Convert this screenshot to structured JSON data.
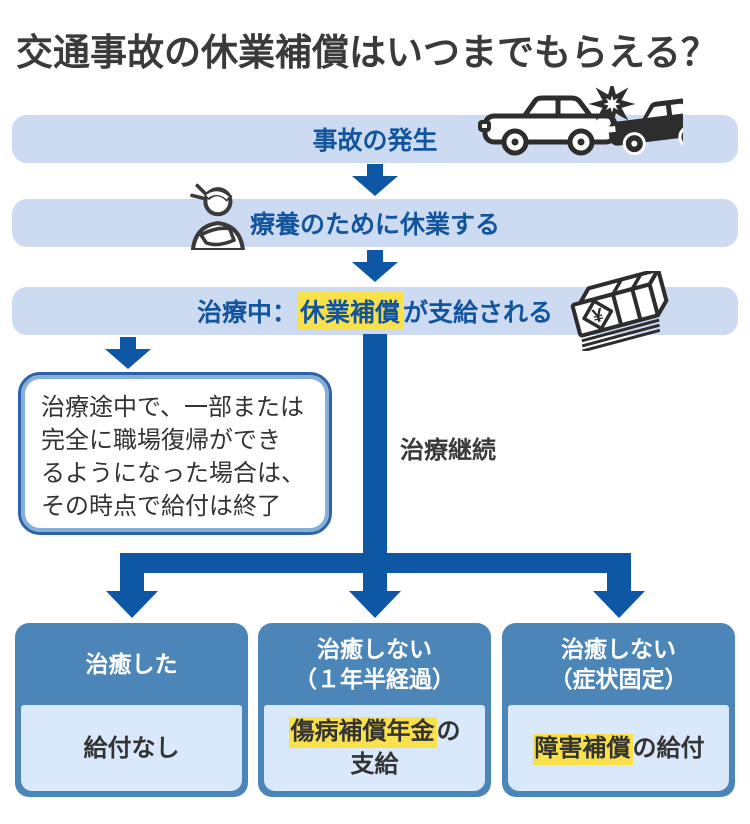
{
  "title": "交通事故の休業補償はいつまでもらえる？",
  "colors": {
    "banner_bg": "#ccdaf2",
    "banner_text": "#12559e",
    "arrow_blue": "#0e57a4",
    "branch_header_bg": "#4c86b8",
    "branch_body_bg": "#d9e8fb",
    "highlight_yellow": "#f8e14b",
    "dark_text": "#3a3a3a",
    "callout_border_outer": "#2a63a9",
    "callout_border_inner": "#85aed9"
  },
  "flow": {
    "step1": {
      "label": "事故の発生",
      "icon": "car-crash-icon"
    },
    "step2": {
      "label": "療養のために休業する",
      "icon": "injured-person-icon"
    },
    "step3": {
      "pre": "治療中：",
      "highlight": "休業補償",
      "post": "が支給される",
      "icon": "money-icon"
    },
    "callout": {
      "line1": "治療途中で、一部または",
      "line2": "完全に職場復帰ができ",
      "line3": "るようになった場合は、",
      "line4": "その時点で給付は終了"
    },
    "continue_label": "治療継続",
    "branches": [
      {
        "header": {
          "line1": "治癒した",
          "line2": ""
        },
        "body": {
          "highlight": "",
          "post": "給付なし",
          "line2": ""
        }
      },
      {
        "header": {
          "line1": "治癒しない",
          "line2": "（１年半経過）"
        },
        "body": {
          "highlight": "傷病補償年金",
          "post": "の",
          "line2": "支給"
        }
      },
      {
        "header": {
          "line1": "治癒しない",
          "line2": "（症状固定）"
        },
        "body": {
          "highlight": "障害補償",
          "post": "の給付",
          "line2": ""
        }
      }
    ]
  }
}
